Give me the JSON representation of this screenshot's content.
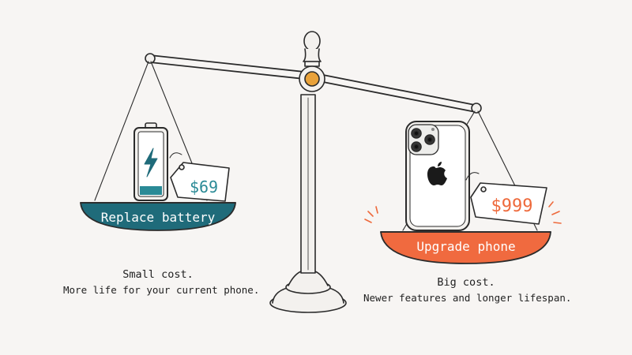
{
  "left_option": {
    "label": "Replace battery",
    "price": "$69",
    "caption_title": "Small cost.",
    "caption_text": "More life for your current phone.",
    "pan_color": "#1f6b7a",
    "accent_color": "#2a8a96"
  },
  "right_option": {
    "label": "Upgrade phone",
    "price": "$999",
    "caption_title": "Big cost.",
    "caption_text": "Newer features and longer lifespan.",
    "pan_color": "#f06a3f",
    "accent_color": "#ee6a3c"
  },
  "icons": {
    "battery": "battery-charging-icon",
    "phone": "smartphone-icon",
    "brand": "apple-logo-icon",
    "scale": "balance-scale-icon"
  },
  "ink_color": "#2b2b2b",
  "pivot_color": "#e9a23a"
}
